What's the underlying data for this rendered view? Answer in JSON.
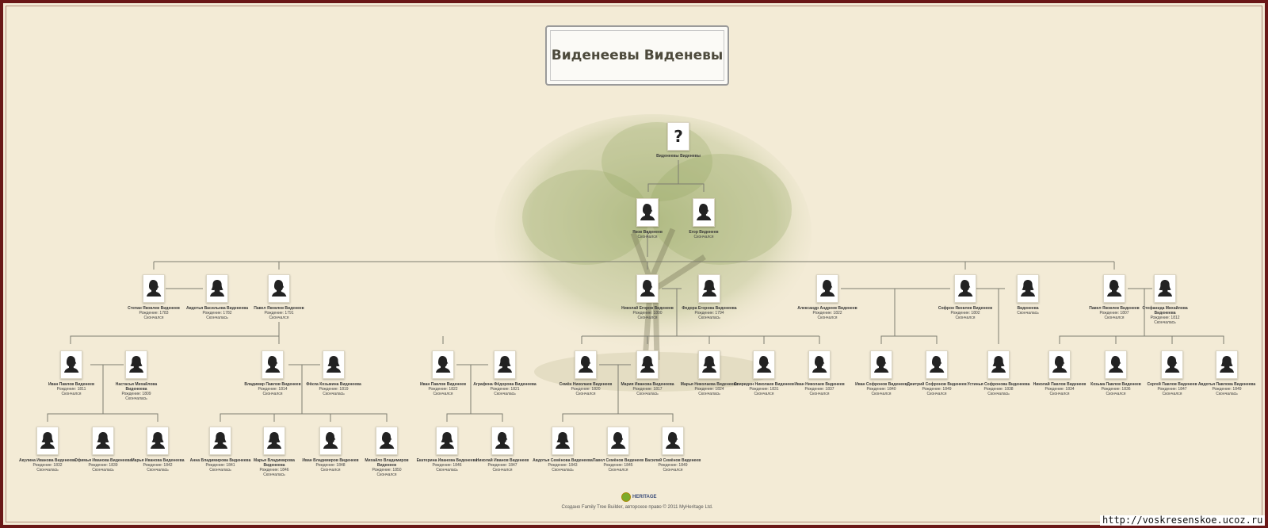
{
  "title": "Виденеевы Виденевы",
  "colors": {
    "border": "#6a1717",
    "background": "#f3ebd6",
    "line": "#7c7c70",
    "tree": "#8fa35a"
  },
  "persons": [
    {
      "id": "root",
      "photo": "unknown",
      "name": "Виденеевы Виденевы",
      "lines": []
    },
    {
      "id": "yakov",
      "photo": "male",
      "name": "Яков Виденеев",
      "lines": [
        "Скончался"
      ]
    },
    {
      "id": "egor",
      "photo": "male",
      "name": "Егор Виденеев",
      "lines": [
        "Скончался"
      ]
    },
    {
      "id": "stepan",
      "photo": "male",
      "name": "Степан Яковлев Виденеев",
      "lines": [
        "Рождение: 1783",
        "Скончался"
      ]
    },
    {
      "id": "avdotya_v",
      "photo": "female",
      "name": "Авдотья Васильева Виденеева",
      "lines": [
        "Рождение: 1782",
        "Скончалась"
      ]
    },
    {
      "id": "pavel_ya",
      "photo": "male",
      "name": "Павел Яковлев Виденеев",
      "lines": [
        "Рождение: 1791",
        "Скончался"
      ]
    },
    {
      "id": "nikolay_eg",
      "photo": "male",
      "name": "Николай Егоров Виденеев",
      "lines": [
        "Рождение: 1800",
        "Скончался"
      ]
    },
    {
      "id": "fedor_eg",
      "photo": "female",
      "name": "Федора Егорова Виденеева",
      "lines": [
        "Рождение: 1794",
        "Скончалась"
      ]
    },
    {
      "id": "aleksandr",
      "photo": "male",
      "name": "Александр Андреев Виденеев",
      "lines": [
        "Рождение: 1822",
        "Скончался"
      ]
    },
    {
      "id": "sofron",
      "photo": "male",
      "name": "Софрон Яковлев Виденеев",
      "lines": [
        "Рождение: 1802",
        "Скончался"
      ]
    },
    {
      "id": "videneeva",
      "photo": "female",
      "name": "Виденеева",
      "lines": [
        "Скончалась"
      ]
    },
    {
      "id": "pavel_ya2",
      "photo": "male",
      "name": "Павел Яковлев Виденеев",
      "lines": [
        "Рождение: 1807",
        "Скончался"
      ]
    },
    {
      "id": "stefanida",
      "photo": "female",
      "name": "Стефанида Михайлова Виденеева",
      "lines": [
        "Рождение: 1812",
        "Скончалась"
      ]
    },
    {
      "id": "ivan_pav",
      "photo": "male",
      "name": "Иван Павлов Виденеев",
      "lines": [
        "Рождение: 1811",
        "Скончался"
      ]
    },
    {
      "id": "nastasya",
      "photo": "female",
      "name": "Настасья Михайлова Виденеева",
      "lines": [
        "Рождение: 1809",
        "Скончалась"
      ]
    },
    {
      "id": "vladimir",
      "photo": "male",
      "name": "Владимир Павлов Виденеев",
      "lines": [
        "Рождение: 1814",
        "Скончался"
      ]
    },
    {
      "id": "fekla",
      "photo": "female",
      "name": "Фёкла Козьмина Виденеева",
      "lines": [
        "Рождение: 1819",
        "Скончалась"
      ]
    },
    {
      "id": "ivan_pav2",
      "photo": "male",
      "name": "Иван Павлов Виденеев",
      "lines": [
        "Рождение: 1822",
        "Скончался"
      ]
    },
    {
      "id": "agrafena",
      "photo": "female",
      "name": "Аграфена Фёдорова Виденеева",
      "lines": [
        "Рождение: 1821",
        "Скончалась"
      ]
    },
    {
      "id": "semen",
      "photo": "male",
      "name": "Семён Николаев Виденеев",
      "lines": [
        "Рождение: 1820",
        "Скончался"
      ]
    },
    {
      "id": "mariya_n",
      "photo": "female",
      "name": "Мария Иванова Виденеева",
      "lines": [
        "Рождение: 1817",
        "Скончалась"
      ]
    },
    {
      "id": "marya_n",
      "photo": "female",
      "name": "Марья Николаева Виденеева",
      "lines": [
        "Рождение: 1824",
        "Скончалась"
      ]
    },
    {
      "id": "spiridon",
      "photo": "male",
      "name": "Спиридон Николаев Виденеев",
      "lines": [
        "Рождение: 1831",
        "Скончался"
      ]
    },
    {
      "id": "ivan_nik",
      "photo": "male",
      "name": "Иван Николаев Виденеев",
      "lines": [
        "Рождение: 1837",
        "Скончался"
      ]
    },
    {
      "id": "ivan_sof",
      "photo": "male",
      "name": "Иван Софронов Виденеев",
      "lines": [
        "Рождение: 1840",
        "Скончался"
      ]
    },
    {
      "id": "dmitriy",
      "photo": "male",
      "name": "Дмитрий Софронов Виденеев",
      "lines": [
        "Рождение: 1849",
        "Скончался"
      ]
    },
    {
      "id": "ustinya",
      "photo": "female",
      "name": "Устинья Софронова Виденеева",
      "lines": [
        "Рождение: 1838",
        "Скончалась"
      ]
    },
    {
      "id": "nikolay_pav",
      "photo": "male",
      "name": "Николай Павлов Виденеев",
      "lines": [
        "Рождение: 1834",
        "Скончался"
      ]
    },
    {
      "id": "kozma",
      "photo": "male",
      "name": "Козьма Павлов Виденеев",
      "lines": [
        "Рождение: 1836",
        "Скончался"
      ]
    },
    {
      "id": "sergey",
      "photo": "male",
      "name": "Сергей Павлов Виденеев",
      "lines": [
        "Рождение: 1847",
        "Скончался"
      ]
    },
    {
      "id": "avdotya_p",
      "photo": "female",
      "name": "Авдотья Павлова Виденеева",
      "lines": [
        "Рождение: 1849",
        "Скончалась"
      ]
    },
    {
      "id": "akulina",
      "photo": "female",
      "name": "Акулина Иванова Виденеева",
      "lines": [
        "Рождение: 1832",
        "Скончалась"
      ]
    },
    {
      "id": "ofimya",
      "photo": "female",
      "name": "Офимья Иванова Виденеева",
      "lines": [
        "Рождение: 1839",
        "Скончалась"
      ]
    },
    {
      "id": "marya_iv",
      "photo": "female",
      "name": "Марья Иванова Виденеева",
      "lines": [
        "Рождение: 1842",
        "Скончалась"
      ]
    },
    {
      "id": "anna",
      "photo": "female",
      "name": "Анна Владимирова Виденеева",
      "lines": [
        "Рождение: 1841",
        "Скончалась"
      ]
    },
    {
      "id": "marya_vl",
      "photo": "female",
      "name": "Марья Владимирова Виденеева",
      "lines": [
        "Рождение: 1846",
        "Скончалась"
      ]
    },
    {
      "id": "ivan_vl",
      "photo": "male",
      "name": "Иван Владимиров Виденеев",
      "lines": [
        "Рождение: 1848",
        "Скончался"
      ]
    },
    {
      "id": "mikhail",
      "photo": "male",
      "name": "Михайло Владимиров Виденеев",
      "lines": [
        "Рождение: 1850",
        "Скончался"
      ]
    },
    {
      "id": "ekaterina",
      "photo": "female",
      "name": "Екатерина Иванова Виденеева",
      "lines": [
        "Рождение: 1846",
        "Скончалась"
      ]
    },
    {
      "id": "nikolay_iv",
      "photo": "male",
      "name": "Николай Иванов Виденеев",
      "lines": [
        "Рождение: 1847",
        "Скончался"
      ]
    },
    {
      "id": "avdotya_s",
      "photo": "female",
      "name": "Авдотья Семёнова Виденеева",
      "lines": [
        "Рождение: 1843",
        "Скончалась"
      ]
    },
    {
      "id": "pavel_s",
      "photo": "male",
      "name": "Павел Семёнов Виденеев",
      "lines": [
        "Рождение: 1845",
        "Скончался"
      ]
    },
    {
      "id": "vasiliy",
      "photo": "male",
      "name": "Василий Семёнов Виденеев",
      "lines": [
        "Рождение: 1849",
        "Скончался"
      ]
    }
  ],
  "footer": {
    "logo_text": "HERITAGE",
    "text": "Создано Family Tree Builder, авторское право © 2011 MyHeritage Ltd."
  },
  "url_label": "http://voskresenskoe.ucoz.ru"
}
